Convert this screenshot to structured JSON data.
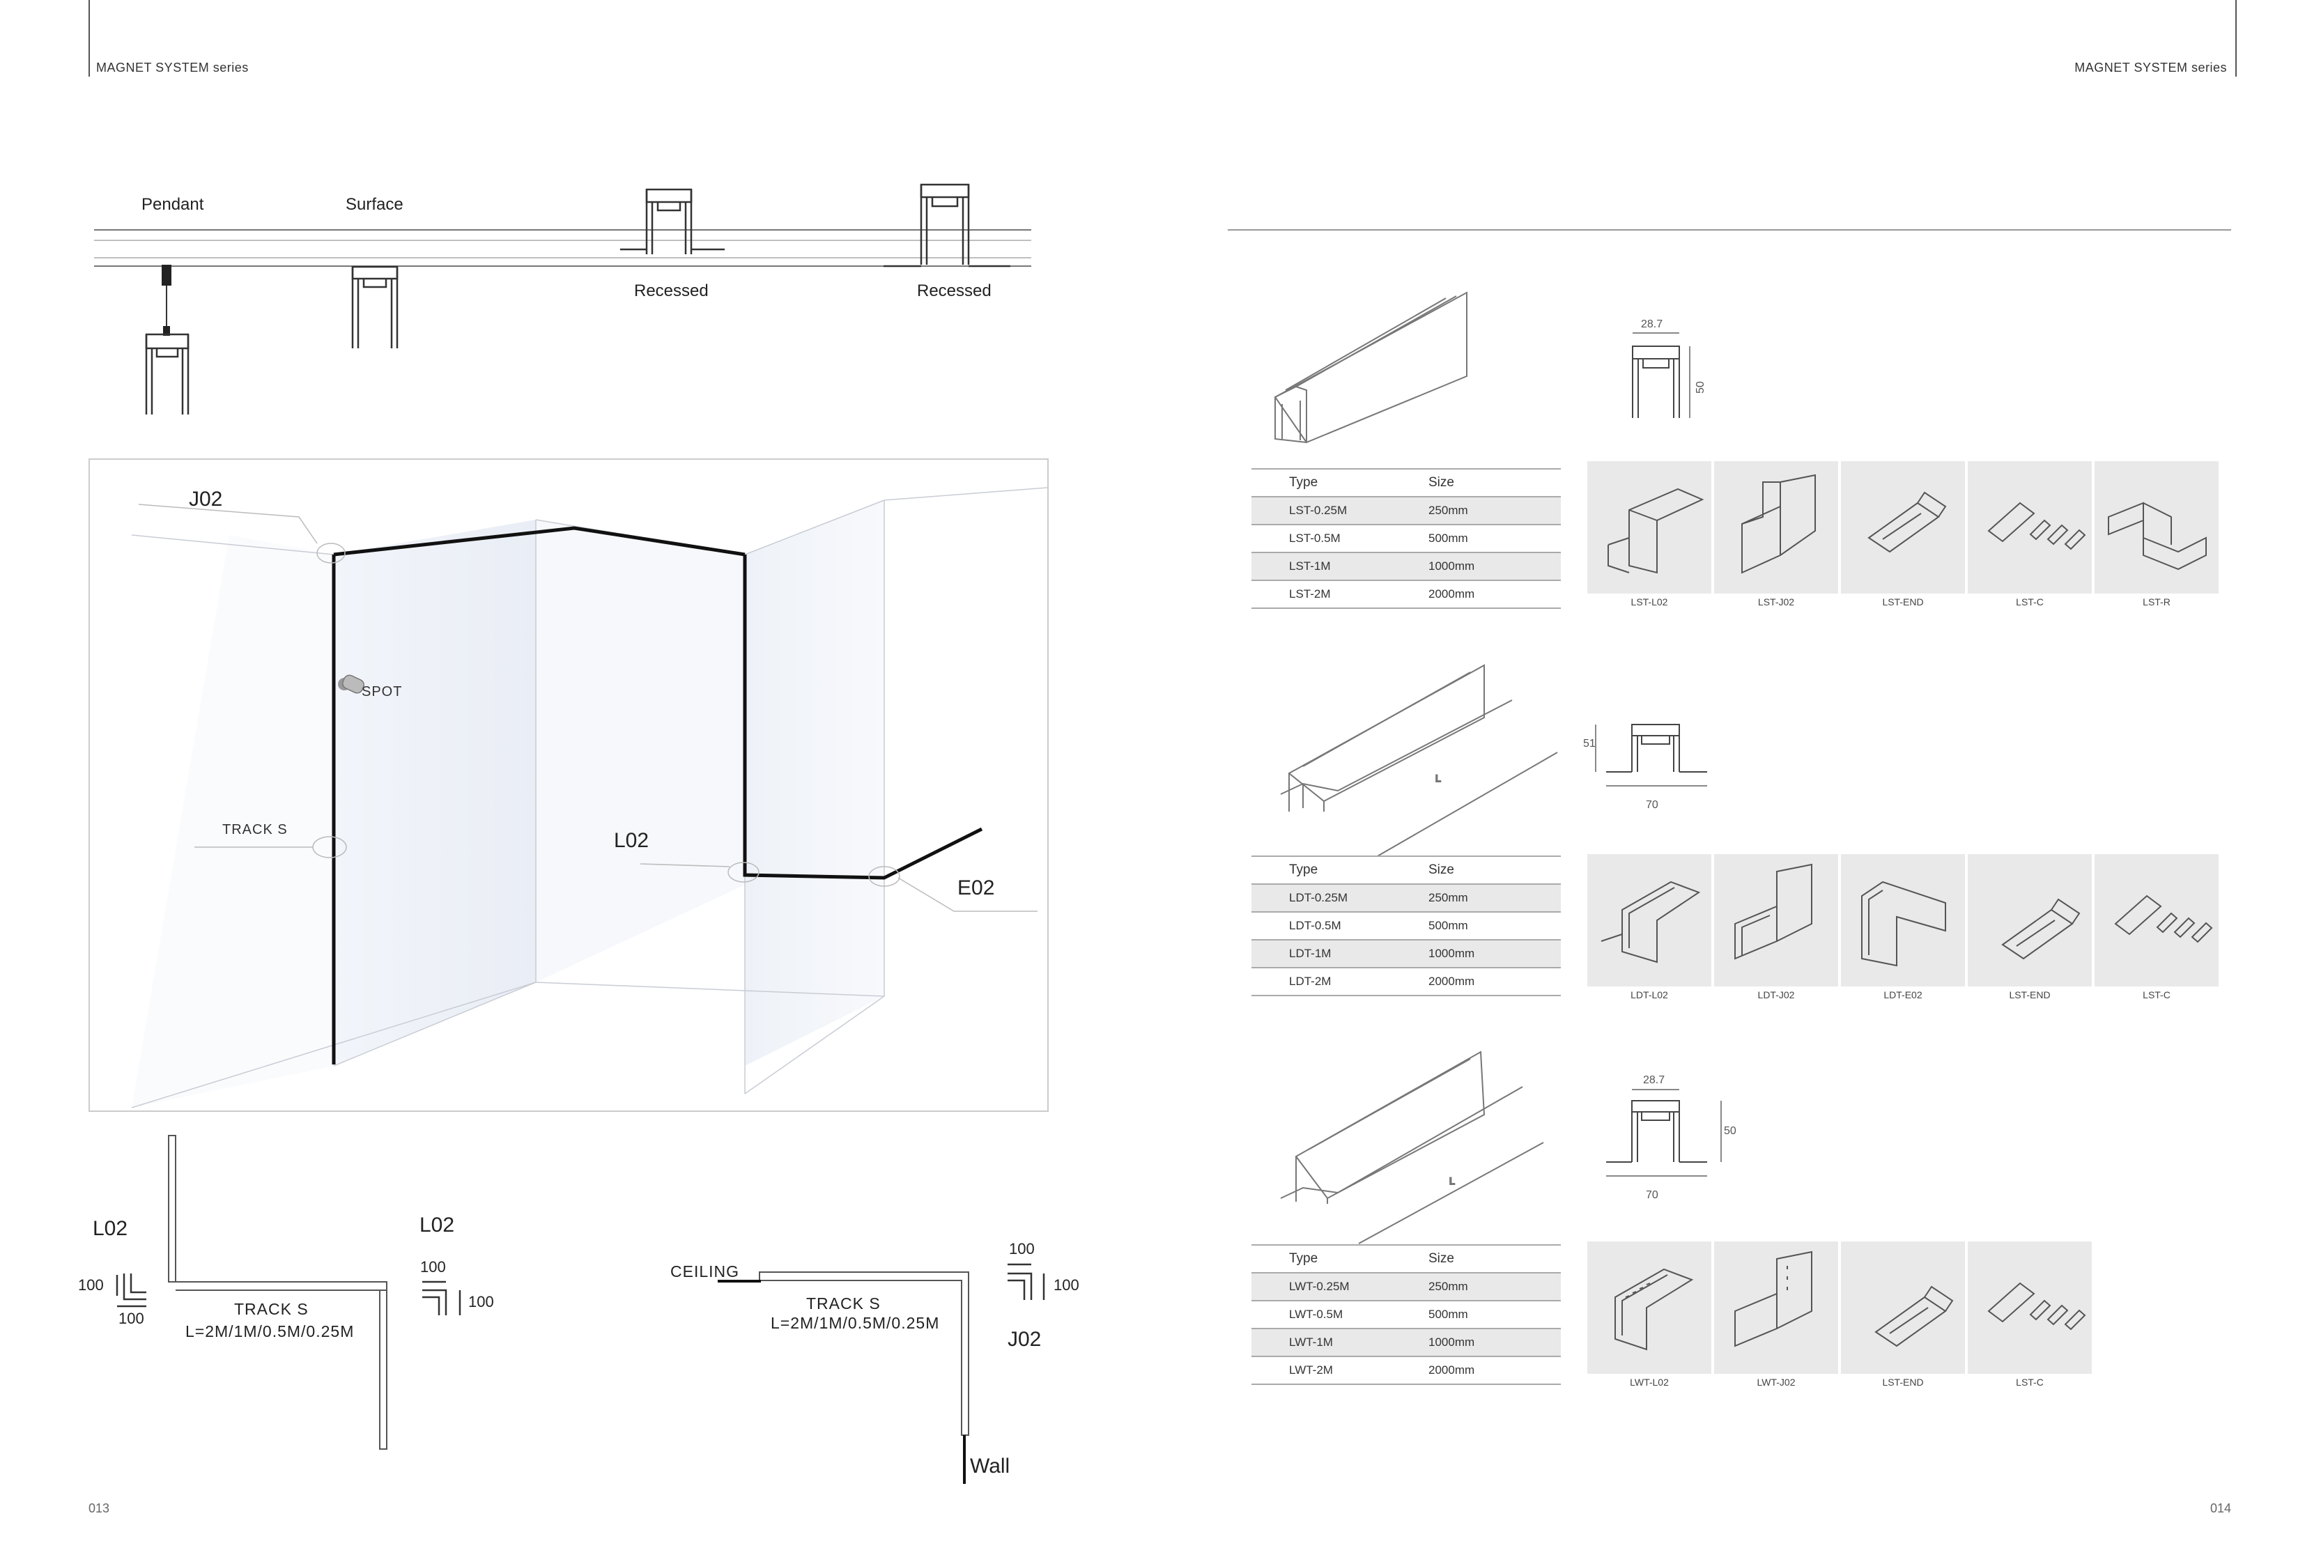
{
  "header": {
    "left_series": "MAGNET  SYSTEM  series",
    "right_series": "MAGNET  SYSTEM  series"
  },
  "footer": {
    "left_page": "013",
    "right_page": "014"
  },
  "installation": {
    "pendant": "Pendant",
    "surface": "Surface",
    "recessed_1": "Recessed",
    "recessed_2": "Recessed"
  },
  "room": {
    "j02": "J02",
    "spot": "SPOT",
    "track_s": "TRACK S",
    "l02": "L02",
    "e02": "E02"
  },
  "diagram_left": {
    "l02_left": "L02",
    "dim_100_a": "100",
    "dim_100_b": "100",
    "track": "TRACK S",
    "length": "L=2M/1M/0.5M/0.25M",
    "l02_right": "L02",
    "dim_100_c": "100",
    "dim_100_d": "100"
  },
  "diagram_right": {
    "ceiling": "CEILING",
    "track": "TRACK S",
    "length": "L=2M/1M/0.5M/0.25M",
    "dim_100_a": "100",
    "dim_100_b": "100",
    "j02": "J02",
    "wall": "Wall"
  },
  "lst": {
    "dims": {
      "width": "28.7",
      "height": "50"
    },
    "header": [
      "Type",
      "Size"
    ],
    "rows": [
      [
        "LST-0.25M",
        "250mm"
      ],
      [
        "LST-0.5M",
        "500mm"
      ],
      [
        "LST-1M",
        "1000mm"
      ],
      [
        "LST-2M",
        "2000mm"
      ]
    ],
    "accessories": [
      "LST-L02",
      "LST-J02",
      "LST-END",
      "LST-C",
      "LST-R"
    ]
  },
  "ldt": {
    "dims": {
      "width": "70",
      "height": "51",
      "length": "L"
    },
    "header": [
      "Type",
      "Size"
    ],
    "rows": [
      [
        "LDT-0.25M",
        "250mm"
      ],
      [
        "LDT-0.5M",
        "500mm"
      ],
      [
        "LDT-1M",
        "1000mm"
      ],
      [
        "LDT-2M",
        "2000mm"
      ]
    ],
    "accessories": [
      "LDT-L02",
      "LDT-J02",
      "LDT-E02",
      "LST-END",
      "LST-C"
    ]
  },
  "lwt": {
    "dims": {
      "top": "28.7",
      "width": "70",
      "height": "50",
      "length": "L"
    },
    "header": [
      "Type",
      "Size"
    ],
    "rows": [
      [
        "LWT-0.25M",
        "250mm"
      ],
      [
        "LWT-0.5M",
        "500mm"
      ],
      [
        "LWT-1M",
        "1000mm"
      ],
      [
        "LWT-2M",
        "2000mm"
      ]
    ],
    "accessories": [
      "LWT-L02",
      "LWT-J02",
      "LST-END",
      "LST-C"
    ]
  }
}
